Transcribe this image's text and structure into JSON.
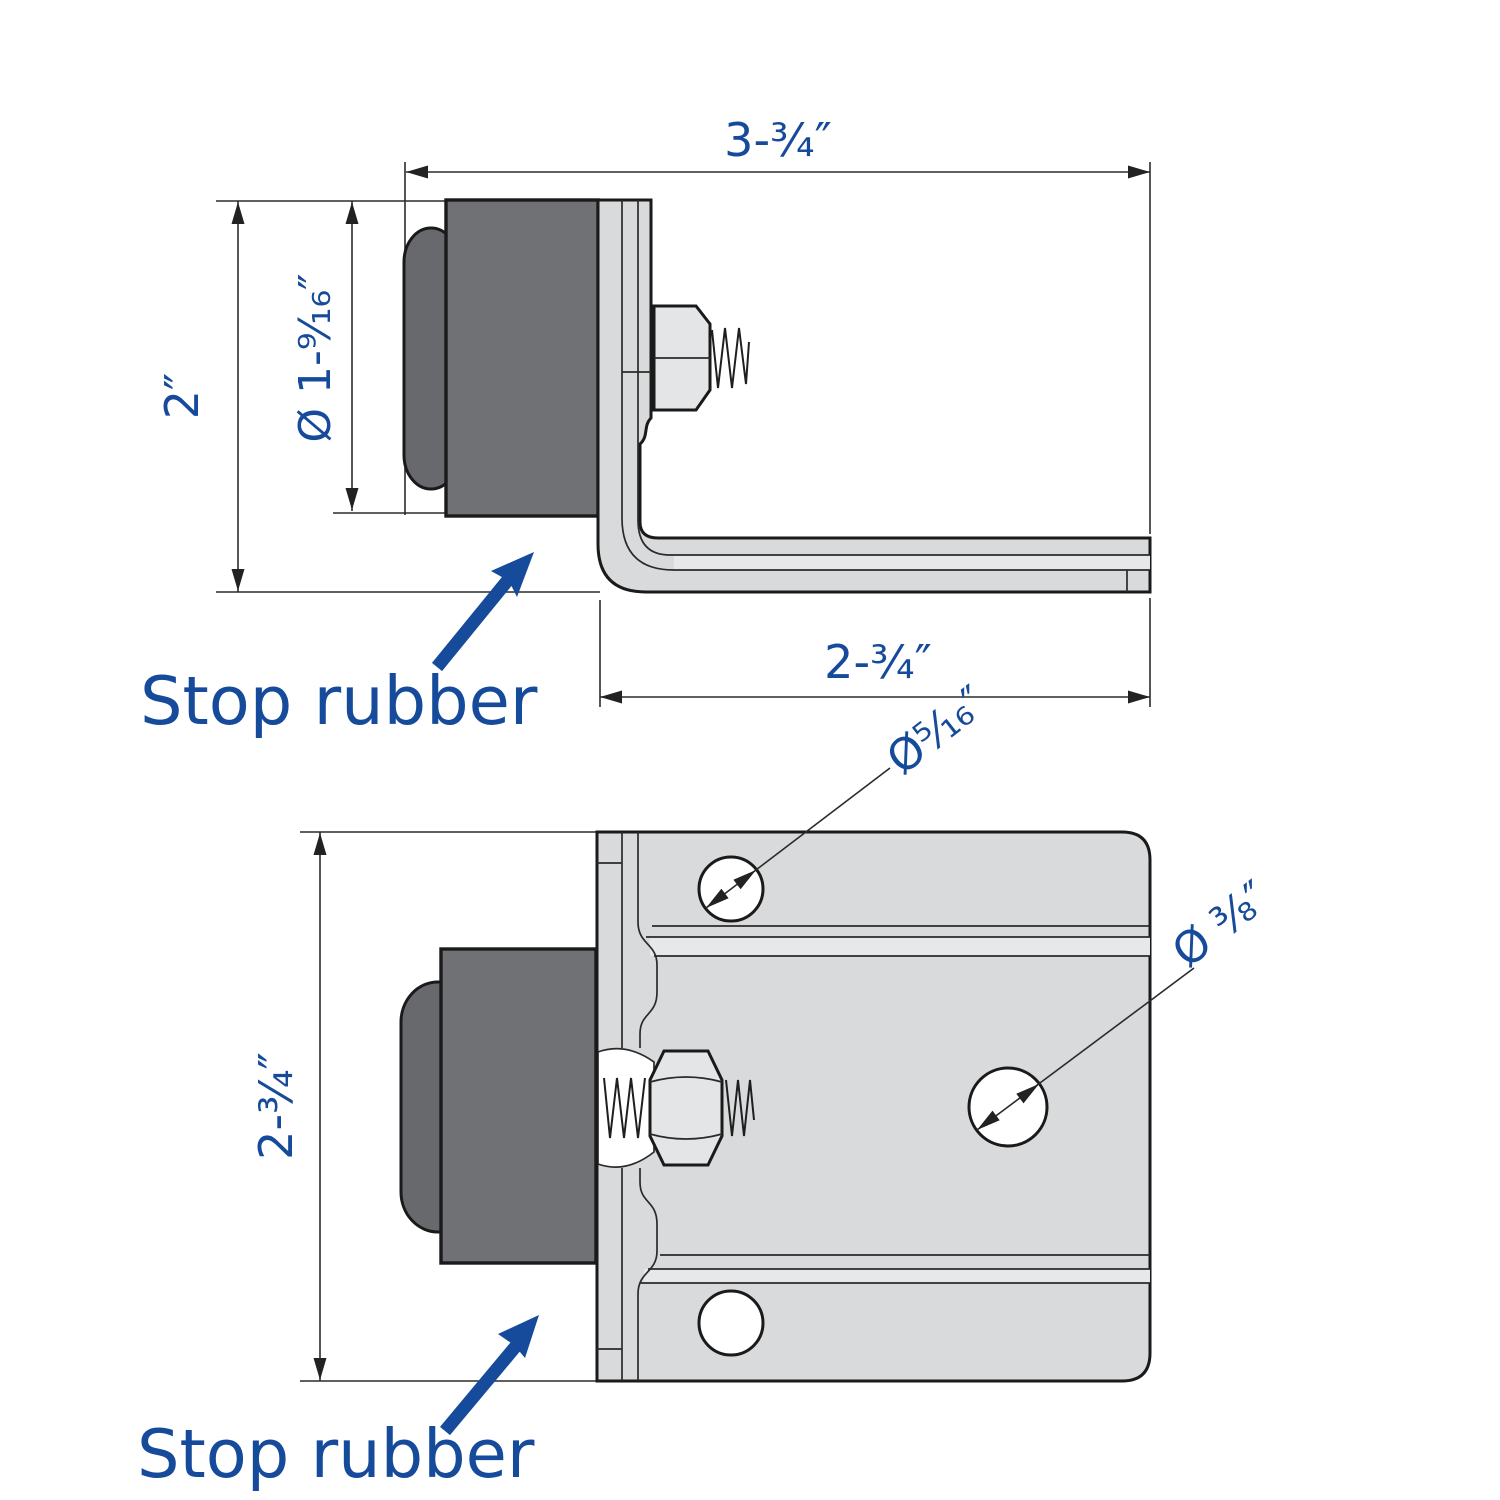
{
  "drawing": {
    "annotations": {
      "stop_rubber_top": "Stop rubber",
      "stop_rubber_bottom": "Stop rubber"
    },
    "dims": {
      "overall_width": "3-¾″",
      "overall_height": "2″",
      "rubber_diameter": "Ø 1-⁹⁄₁₆″",
      "flange_depth": "2-¾″",
      "plate_height": "2-¾″",
      "small_hole": "Ø⁵⁄₁₆″",
      "large_hole": "Ø ³⁄₈″"
    },
    "colors": {
      "dimension_text": "#164a9a",
      "annotation_blue": "#164a9a",
      "plate_fill": "#d9dadb",
      "plate_highlight": "#e7e8e9",
      "rubber_fill": "#6f7174",
      "rubber_cap_fill": "#67696c",
      "nut_fill": "#e4e5e6",
      "hole_fill": "#ffffff"
    }
  }
}
